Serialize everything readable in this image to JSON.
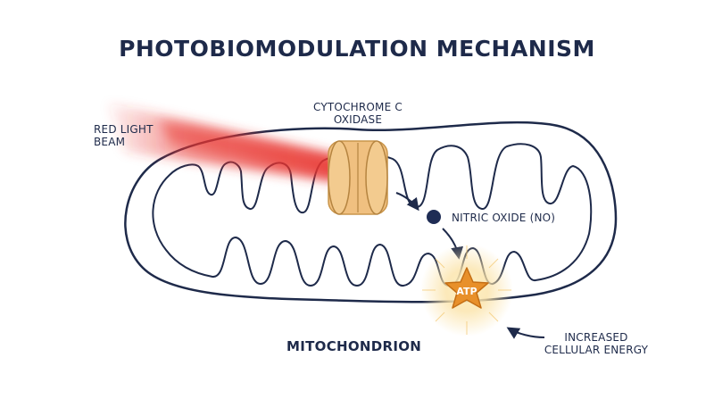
{
  "title": "PHOTOBIOMODULATION MECHANISM",
  "labels": {
    "red_light_line1": "RED LIGHT",
    "red_light_line2": "BEAM",
    "cytochrome_line1": "CYTOCHROME C",
    "cytochrome_line2": "OXIDASE",
    "nitric_oxide": "NITRIC OXIDE (NO)",
    "atp": "ATP",
    "mitochondrion": "MITOCHONDRION",
    "energy_line1": "INCREASED",
    "energy_line2": "CELLULAR ENERGY"
  },
  "colors": {
    "outline": "#1e2a4a",
    "red_light": "#e8342f",
    "enzyme_fill": "#f0c080",
    "enzyme_stroke": "#c9954a",
    "atp_star": "#e8902a",
    "atp_glow": "#fbe3a8",
    "no_dot": "#1f2d55"
  }
}
